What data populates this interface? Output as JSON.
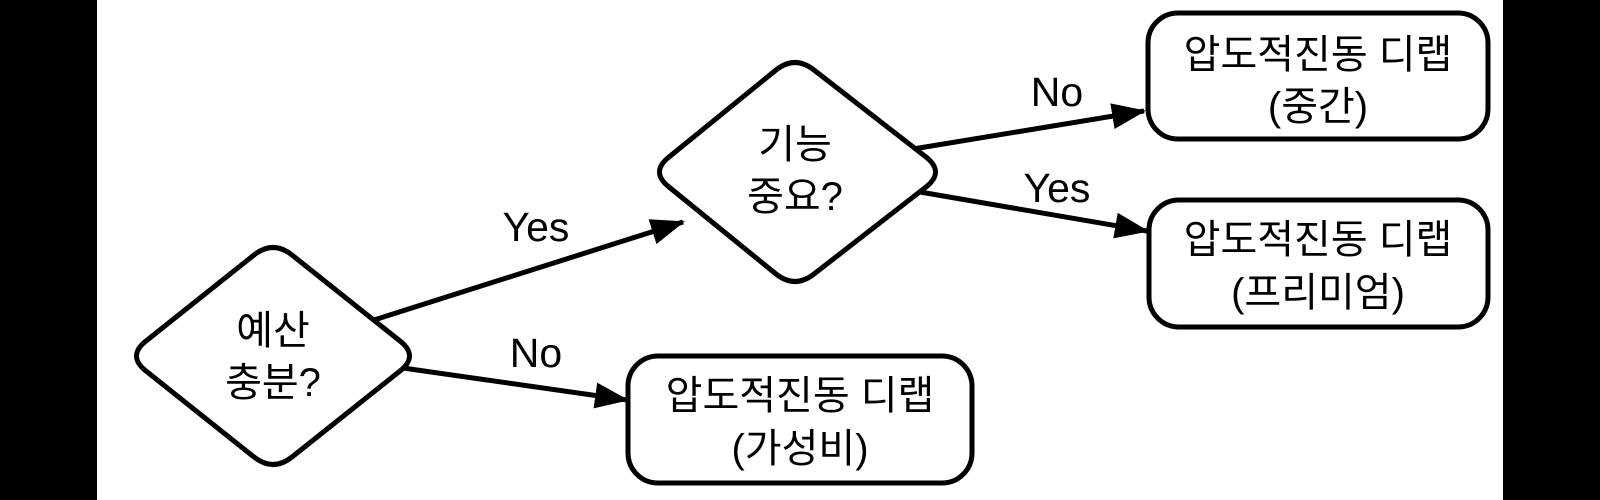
{
  "colors": {
    "letterbox": "#000000",
    "canvas": "#ffffff",
    "line": "#000000",
    "text": "#000000"
  },
  "flowchart": {
    "decision_budget": {
      "line1": "예산",
      "line2": "충분?"
    },
    "decision_feature": {
      "line1": "기능",
      "line2": "중요?"
    },
    "result_mid": {
      "line1": "압도적진동 디랩",
      "line2": "(중간)"
    },
    "result_premium": {
      "line1": "압도적진동 디랩",
      "line2": "(프리미엄)"
    },
    "result_value": {
      "line1": "압도적진동 디랩",
      "line2": "(가성비)"
    },
    "edge_labels": {
      "budget_yes": "Yes",
      "budget_no": "No",
      "feature_no": "No",
      "feature_yes": "Yes"
    }
  }
}
